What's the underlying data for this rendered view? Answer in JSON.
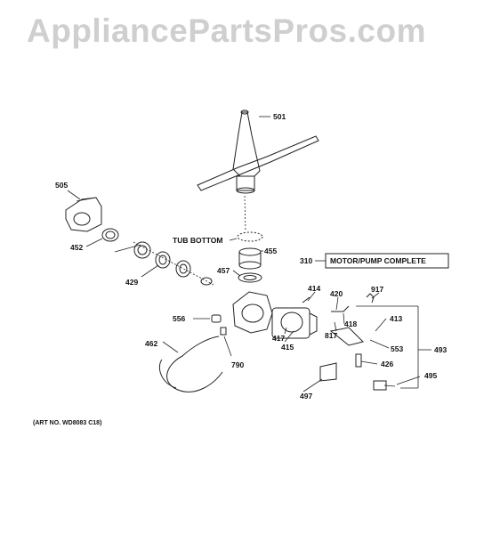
{
  "watermark": "AppliancePartsPros.com",
  "caption": "(ART NO. WD8083 C18)",
  "callouts": {
    "tub_bottom": "TUB BOTTOM",
    "motor_pump_label": "MOTOR/PUMP COMPLETE"
  },
  "parts": [
    {
      "num": "501"
    },
    {
      "num": "505"
    },
    {
      "num": "452"
    },
    {
      "num": "455"
    },
    {
      "num": "310"
    },
    {
      "num": "457"
    },
    {
      "num": "429"
    },
    {
      "num": "414"
    },
    {
      "num": "420"
    },
    {
      "num": "917"
    },
    {
      "num": "556"
    },
    {
      "num": "418"
    },
    {
      "num": "413"
    },
    {
      "num": "417"
    },
    {
      "num": "817"
    },
    {
      "num": "415"
    },
    {
      "num": "462"
    },
    {
      "num": "553"
    },
    {
      "num": "493"
    },
    {
      "num": "790"
    },
    {
      "num": "426"
    },
    {
      "num": "495"
    },
    {
      "num": "497"
    }
  ]
}
